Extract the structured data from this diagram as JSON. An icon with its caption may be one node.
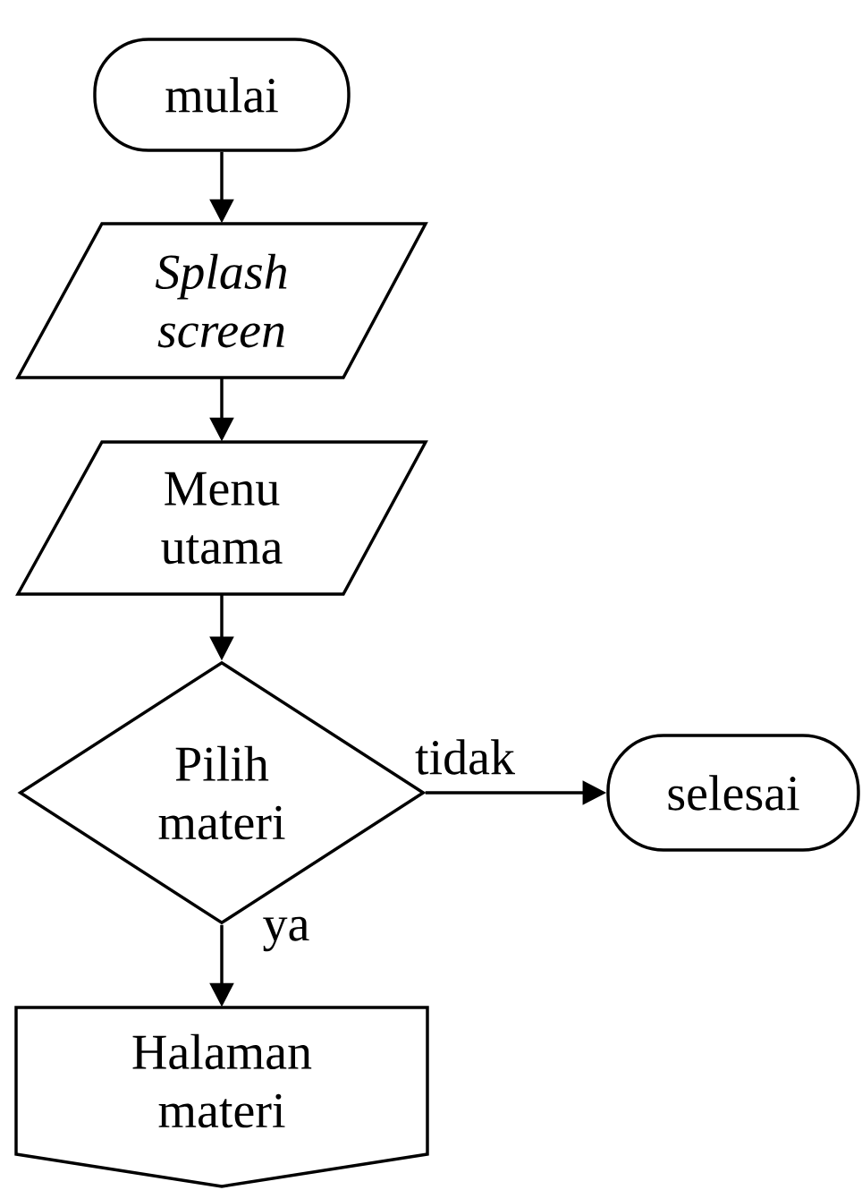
{
  "diagram": {
    "nodes": [
      {
        "text": [
          "mulai"
        ]
      },
      {
        "text": [
          "Splash screen"
        ]
      },
      {
        "text": [
          "Menu utama"
        ]
      },
      {
        "text": [
          "Pilih materi"
        ]
      },
      {
        "text": [
          "selesai"
        ]
      },
      {
        "text": [
          "Halaman materi"
        ]
      }
    ],
    "edges": [
      {
        "from": 0,
        "to": 1,
        "arrow": "to"
      },
      {
        "from": 1,
        "to": 2,
        "arrow": "to"
      },
      {
        "from": 2,
        "to": 3,
        "arrow": "to"
      },
      {
        "from": 3,
        "to": 4,
        "label": "tidak",
        "arrow": "to"
      },
      {
        "from": 3,
        "to": 5,
        "label": "ya",
        "arrow": "to"
      }
    ]
  }
}
